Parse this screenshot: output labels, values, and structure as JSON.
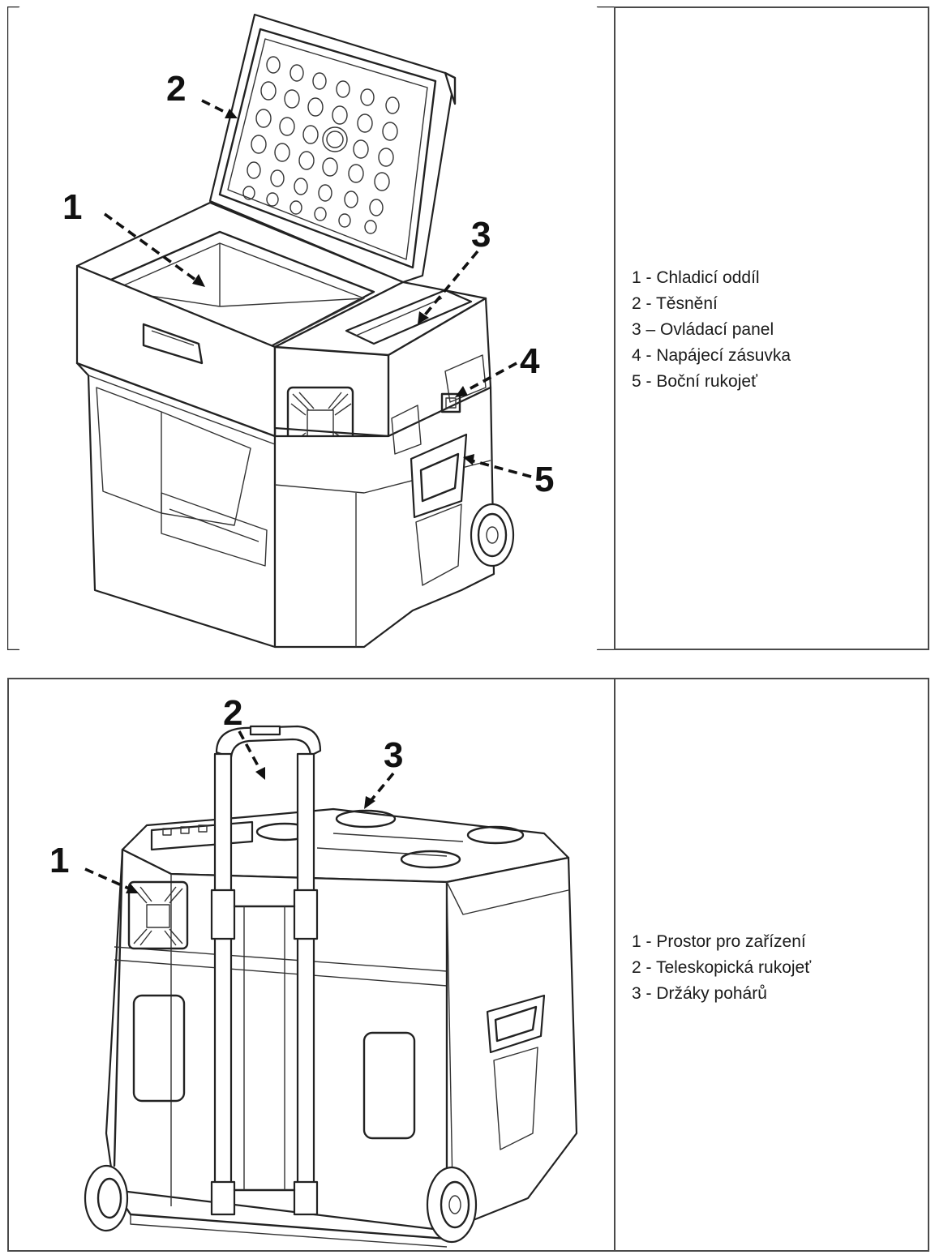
{
  "top_panel": {
    "callouts": [
      "1",
      "2",
      "3",
      "4",
      "5"
    ],
    "legend": [
      "1 - Chladicí oddíl",
      "2 - Těsnění",
      "3 – Ovládací panel",
      "4 - Napájecí zásuvka",
      "5 - Boční rukojeť"
    ]
  },
  "bottom_panel": {
    "callouts": [
      "1",
      "2",
      "3"
    ],
    "legend": [
      "1 - Prostor pro zařízení",
      "2 - Teleskopická rukojeť",
      "3 - Držáky pohárů"
    ]
  },
  "colors": {
    "line": "#222222",
    "frame": "#4a4a4a",
    "background": "#ffffff"
  }
}
